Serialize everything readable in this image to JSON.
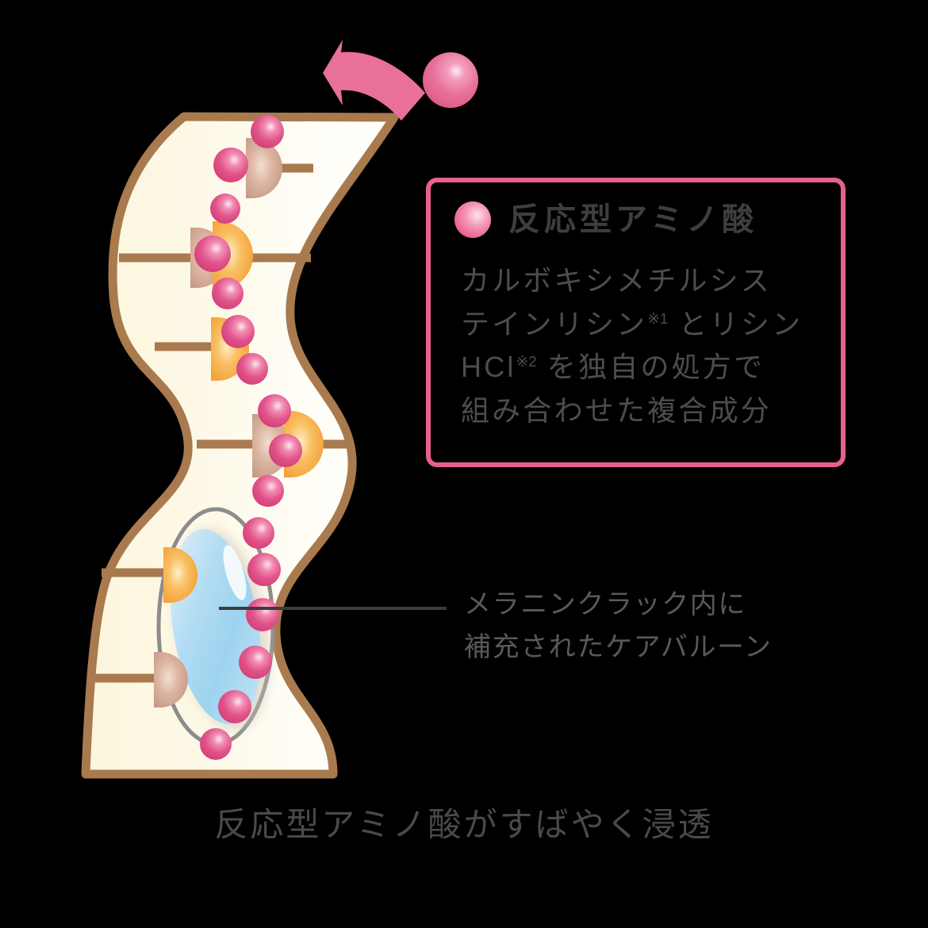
{
  "figure": {
    "title_caption": "反応型アミノ酸がすばやく浸透",
    "arrow": {
      "name": "penetration-arrow",
      "direction": "left",
      "color": "#e8709a"
    },
    "moving_particle": {
      "label": "反応型アミノ酸",
      "color": "#e8618c"
    }
  },
  "card": {
    "bullet_color": "#e8618c",
    "border_color": "#e8618c",
    "title": "反応型アミノ酸",
    "body_lines": [
      {
        "text": "カルボキシメチルシス",
        "mark": ""
      },
      {
        "text": "テインリシン",
        "mark": "※1",
        "tail": " とリシン"
      },
      {
        "text": "HCl",
        "mark": "※2",
        "tail": " を独自の処方で"
      },
      {
        "text": "組み合わせた複合成分",
        "mark": ""
      }
    ],
    "body_line_1": "カルボキシメチルシス",
    "body_line_2_a": "テインリシン",
    "body_line_2_mark": "※1",
    "body_line_2_b": " とリシン",
    "body_line_3_a": "HCl",
    "body_line_3_mark": "※2",
    "body_line_3_b": " を独自の処方で",
    "body_line_4": "組み合わせた複合成分"
  },
  "callout": {
    "line_1": "メラニンクラック内に",
    "line_2": "補充されたケアバルーン",
    "leader_color": "#3c3c3c"
  },
  "colors": {
    "skin_border": "#a87a4e",
    "skin_fill_light": "#fffdf3",
    "skin_fill_warm": "#fbf0c9",
    "receptor_tan": "#cda392",
    "receptor_orange": "#f5a83f",
    "balloon_blue": "#a9daf2",
    "balloon_ring": "#8c8c8c",
    "particle_pink": "#e04a84",
    "background": "#000000"
  },
  "chart_data": {
    "type": "diagram",
    "title": "反応型アミノ酸がすばやく浸透",
    "elements": [
      {
        "name": "melanin-crack-channel",
        "description": "wavy cream-coloured skin cross-section with brown outline"
      },
      {
        "name": "receptor-domes",
        "count": 7,
        "colors": [
          "#cda392",
          "#f5a83f"
        ]
      },
      {
        "name": "amino-acid-particles",
        "count": 18,
        "color": "#e04a84"
      },
      {
        "name": "care-balloon",
        "color": "#a9daf2"
      }
    ]
  }
}
